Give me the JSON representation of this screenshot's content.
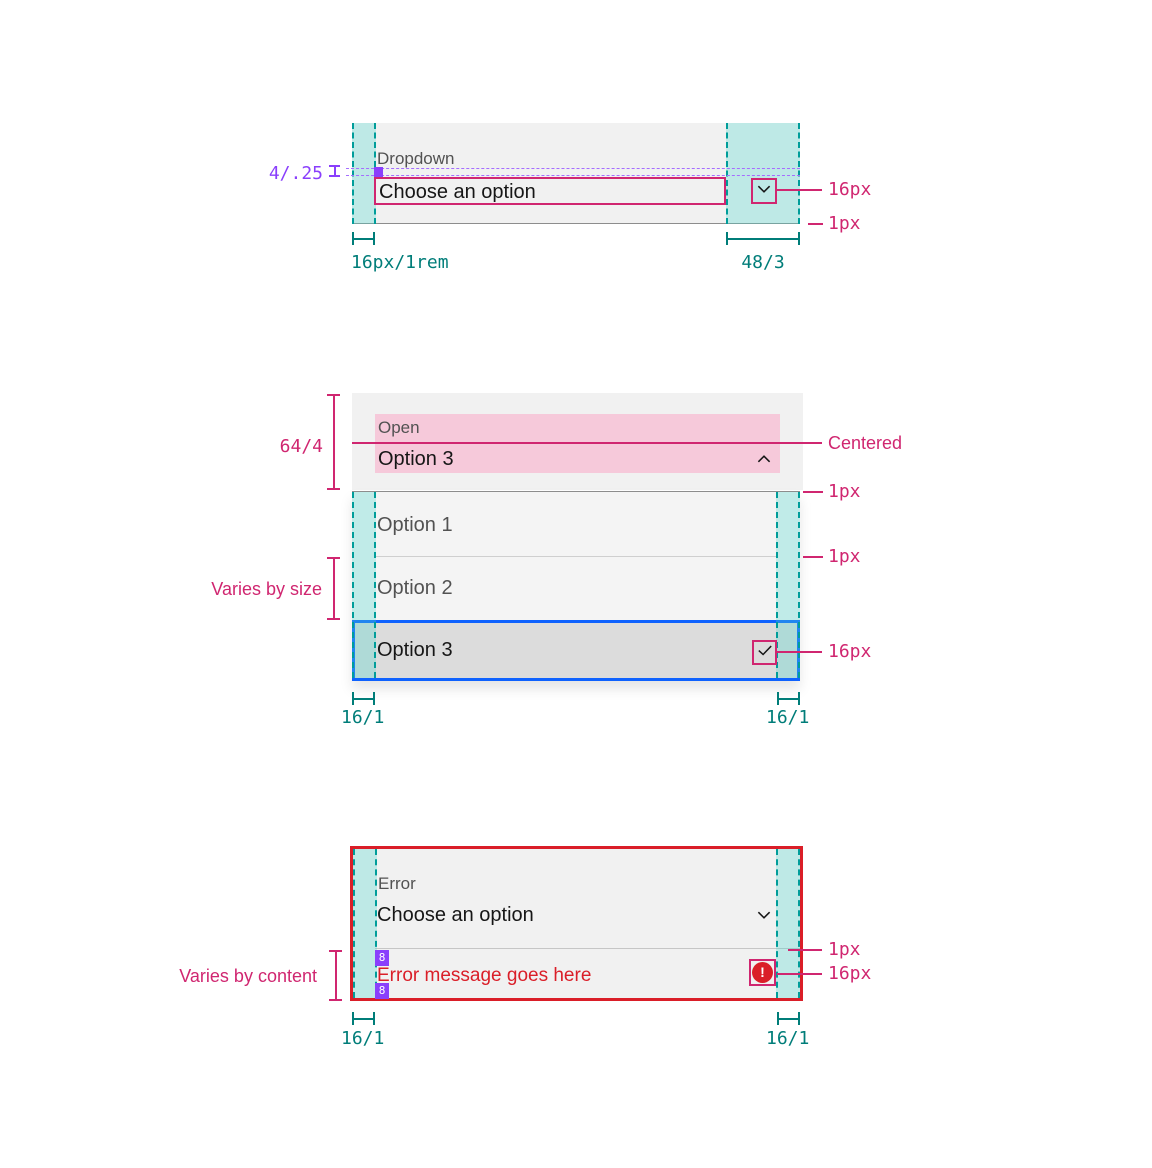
{
  "colors": {
    "magenta_annotation": "#d02670",
    "teal_annotation": "#007d79",
    "teal_fill": "#cdece9",
    "purple_annotation": "#8a3ffc",
    "selected_border_blue": "#0f62fe",
    "error_red": "#da1e28",
    "field_bg": "#f1f1f1",
    "text_primary": "#161616",
    "text_secondary": "#525252"
  },
  "s1": {
    "label": "Dropdown",
    "value": "Choose an option",
    "gap_label": "4/.25",
    "chevron_size_label": "16px",
    "border_label": "1px",
    "left_padding_label": "16px/1rem",
    "right_area_label": "48/3"
  },
  "s2": {
    "height_label": "64/4",
    "label": "Open",
    "value": "Option 3",
    "centered_label": "Centered",
    "menu_border_label": "1px",
    "divider_label": "1px",
    "check_size_label": "16px",
    "varies_label": "Varies by size",
    "options": [
      {
        "text": "Option 1"
      },
      {
        "text": "Option 2"
      },
      {
        "text": "Option 3"
      }
    ],
    "left_pad_label": "16/1",
    "right_pad_label": "16/1"
  },
  "s3": {
    "label": "Error",
    "value": "Choose an option",
    "message": "Error message goes here",
    "divider_label": "1px",
    "icon_size_label": "16px",
    "varies_label": "Varies by content",
    "spacer_badge": "8",
    "left_pad_label": "16/1",
    "right_pad_label": "16/1"
  }
}
